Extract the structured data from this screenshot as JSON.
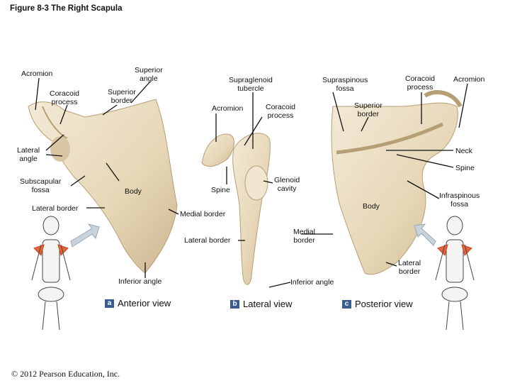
{
  "figure_title": "Figure 8-3 The Right Scapula",
  "copyright": "© 2012 Pearson Education, Inc.",
  "views": [
    {
      "badge": "a",
      "label": "Anterior view"
    },
    {
      "badge": "b",
      "label": "Lateral view"
    },
    {
      "badge": "c",
      "label": "Posterior view"
    }
  ],
  "anterior_labels": {
    "acromion": "Acromion",
    "coracoid_process": "Coracoid\nprocess",
    "superior_angle": "Superior\nangle",
    "superior_border": "Superior\nborder",
    "lateral_angle": "Lateral\nangle",
    "subscapular_fossa": "Subscapular\nfossa",
    "body": "Body",
    "lateral_border": "Lateral border",
    "medial_border": "Medial border",
    "inferior_angle": "Inferior angle"
  },
  "lateral_labels": {
    "supraglenoid_tubercle": "Supraglenoid\ntubercle",
    "acromion": "Acromion",
    "coracoid_process": "Coracoid\nprocess",
    "glenoid_cavity": "Glenoid\ncavity",
    "spine": "Spine",
    "lateral_border": "Lateral border",
    "inferior_angle": "Inferior angle"
  },
  "posterior_labels": {
    "supraspinous_fossa": "Supraspinous\nfossa",
    "coracoid_process": "Coracoid\nprocess",
    "acromion": "Acromion",
    "superior_border": "Superior\nborder",
    "neck": "Neck",
    "spine": "Spine",
    "infraspinous_fossa": "Infraspinous\nfossa",
    "body": "Body",
    "medial_border": "Medial\nborder",
    "lateral_border": "Lateral\nborder"
  },
  "colors": {
    "bone": "#e9dcc0",
    "bone_shadow": "#c9b48c",
    "badge": "#3a5d8f",
    "highlight": "#e8623a",
    "arrow": "#c9d3dc"
  }
}
